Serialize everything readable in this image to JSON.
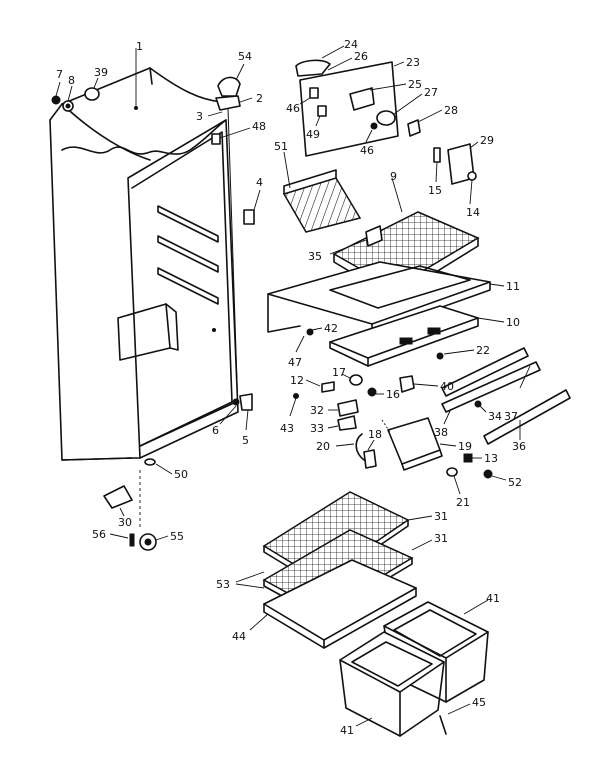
{
  "diagram": {
    "labels": [
      {
        "id": "1",
        "text": "1"
      },
      {
        "id": "2",
        "text": "2"
      },
      {
        "id": "3",
        "text": "3"
      },
      {
        "id": "4",
        "text": "4"
      },
      {
        "id": "5",
        "text": "5"
      },
      {
        "id": "6",
        "text": "6"
      },
      {
        "id": "7",
        "text": "7"
      },
      {
        "id": "8",
        "text": "8"
      },
      {
        "id": "9",
        "text": "9"
      },
      {
        "id": "10",
        "text": "10"
      },
      {
        "id": "11",
        "text": "11"
      },
      {
        "id": "12",
        "text": "12"
      },
      {
        "id": "13",
        "text": "13"
      },
      {
        "id": "14",
        "text": "14"
      },
      {
        "id": "15",
        "text": "15"
      },
      {
        "id": "16",
        "text": "16"
      },
      {
        "id": "17",
        "text": "17"
      },
      {
        "id": "18",
        "text": "18"
      },
      {
        "id": "19",
        "text": "19"
      },
      {
        "id": "20",
        "text": "20"
      },
      {
        "id": "21",
        "text": "21"
      },
      {
        "id": "22",
        "text": "22"
      },
      {
        "id": "23",
        "text": "23"
      },
      {
        "id": "24",
        "text": "24"
      },
      {
        "id": "25",
        "text": "25"
      },
      {
        "id": "26",
        "text": "26"
      },
      {
        "id": "27",
        "text": "27"
      },
      {
        "id": "28",
        "text": "28"
      },
      {
        "id": "29",
        "text": "29"
      },
      {
        "id": "30",
        "text": "30"
      },
      {
        "id": "31a",
        "text": "31"
      },
      {
        "id": "31b",
        "text": "31"
      },
      {
        "id": "32",
        "text": "32"
      },
      {
        "id": "33",
        "text": "33"
      },
      {
        "id": "34",
        "text": "34"
      },
      {
        "id": "35",
        "text": "35"
      },
      {
        "id": "36",
        "text": "36"
      },
      {
        "id": "37",
        "text": "37"
      },
      {
        "id": "38",
        "text": "38"
      },
      {
        "id": "39",
        "text": "39"
      },
      {
        "id": "40",
        "text": "40"
      },
      {
        "id": "41a",
        "text": "41"
      },
      {
        "id": "41b",
        "text": "41"
      },
      {
        "id": "42",
        "text": "42"
      },
      {
        "id": "43",
        "text": "43"
      },
      {
        "id": "44",
        "text": "44"
      },
      {
        "id": "45",
        "text": "45"
      },
      {
        "id": "46a",
        "text": "46"
      },
      {
        "id": "46b",
        "text": "46"
      },
      {
        "id": "47",
        "text": "47"
      },
      {
        "id": "48",
        "text": "48"
      },
      {
        "id": "49",
        "text": "49"
      },
      {
        "id": "50",
        "text": "50"
      },
      {
        "id": "51",
        "text": "51"
      },
      {
        "id": "52",
        "text": "52"
      },
      {
        "id": "53",
        "text": "53"
      },
      {
        "id": "54",
        "text": "54"
      },
      {
        "id": "55",
        "text": "55"
      },
      {
        "id": "56",
        "text": "56"
      }
    ]
  }
}
